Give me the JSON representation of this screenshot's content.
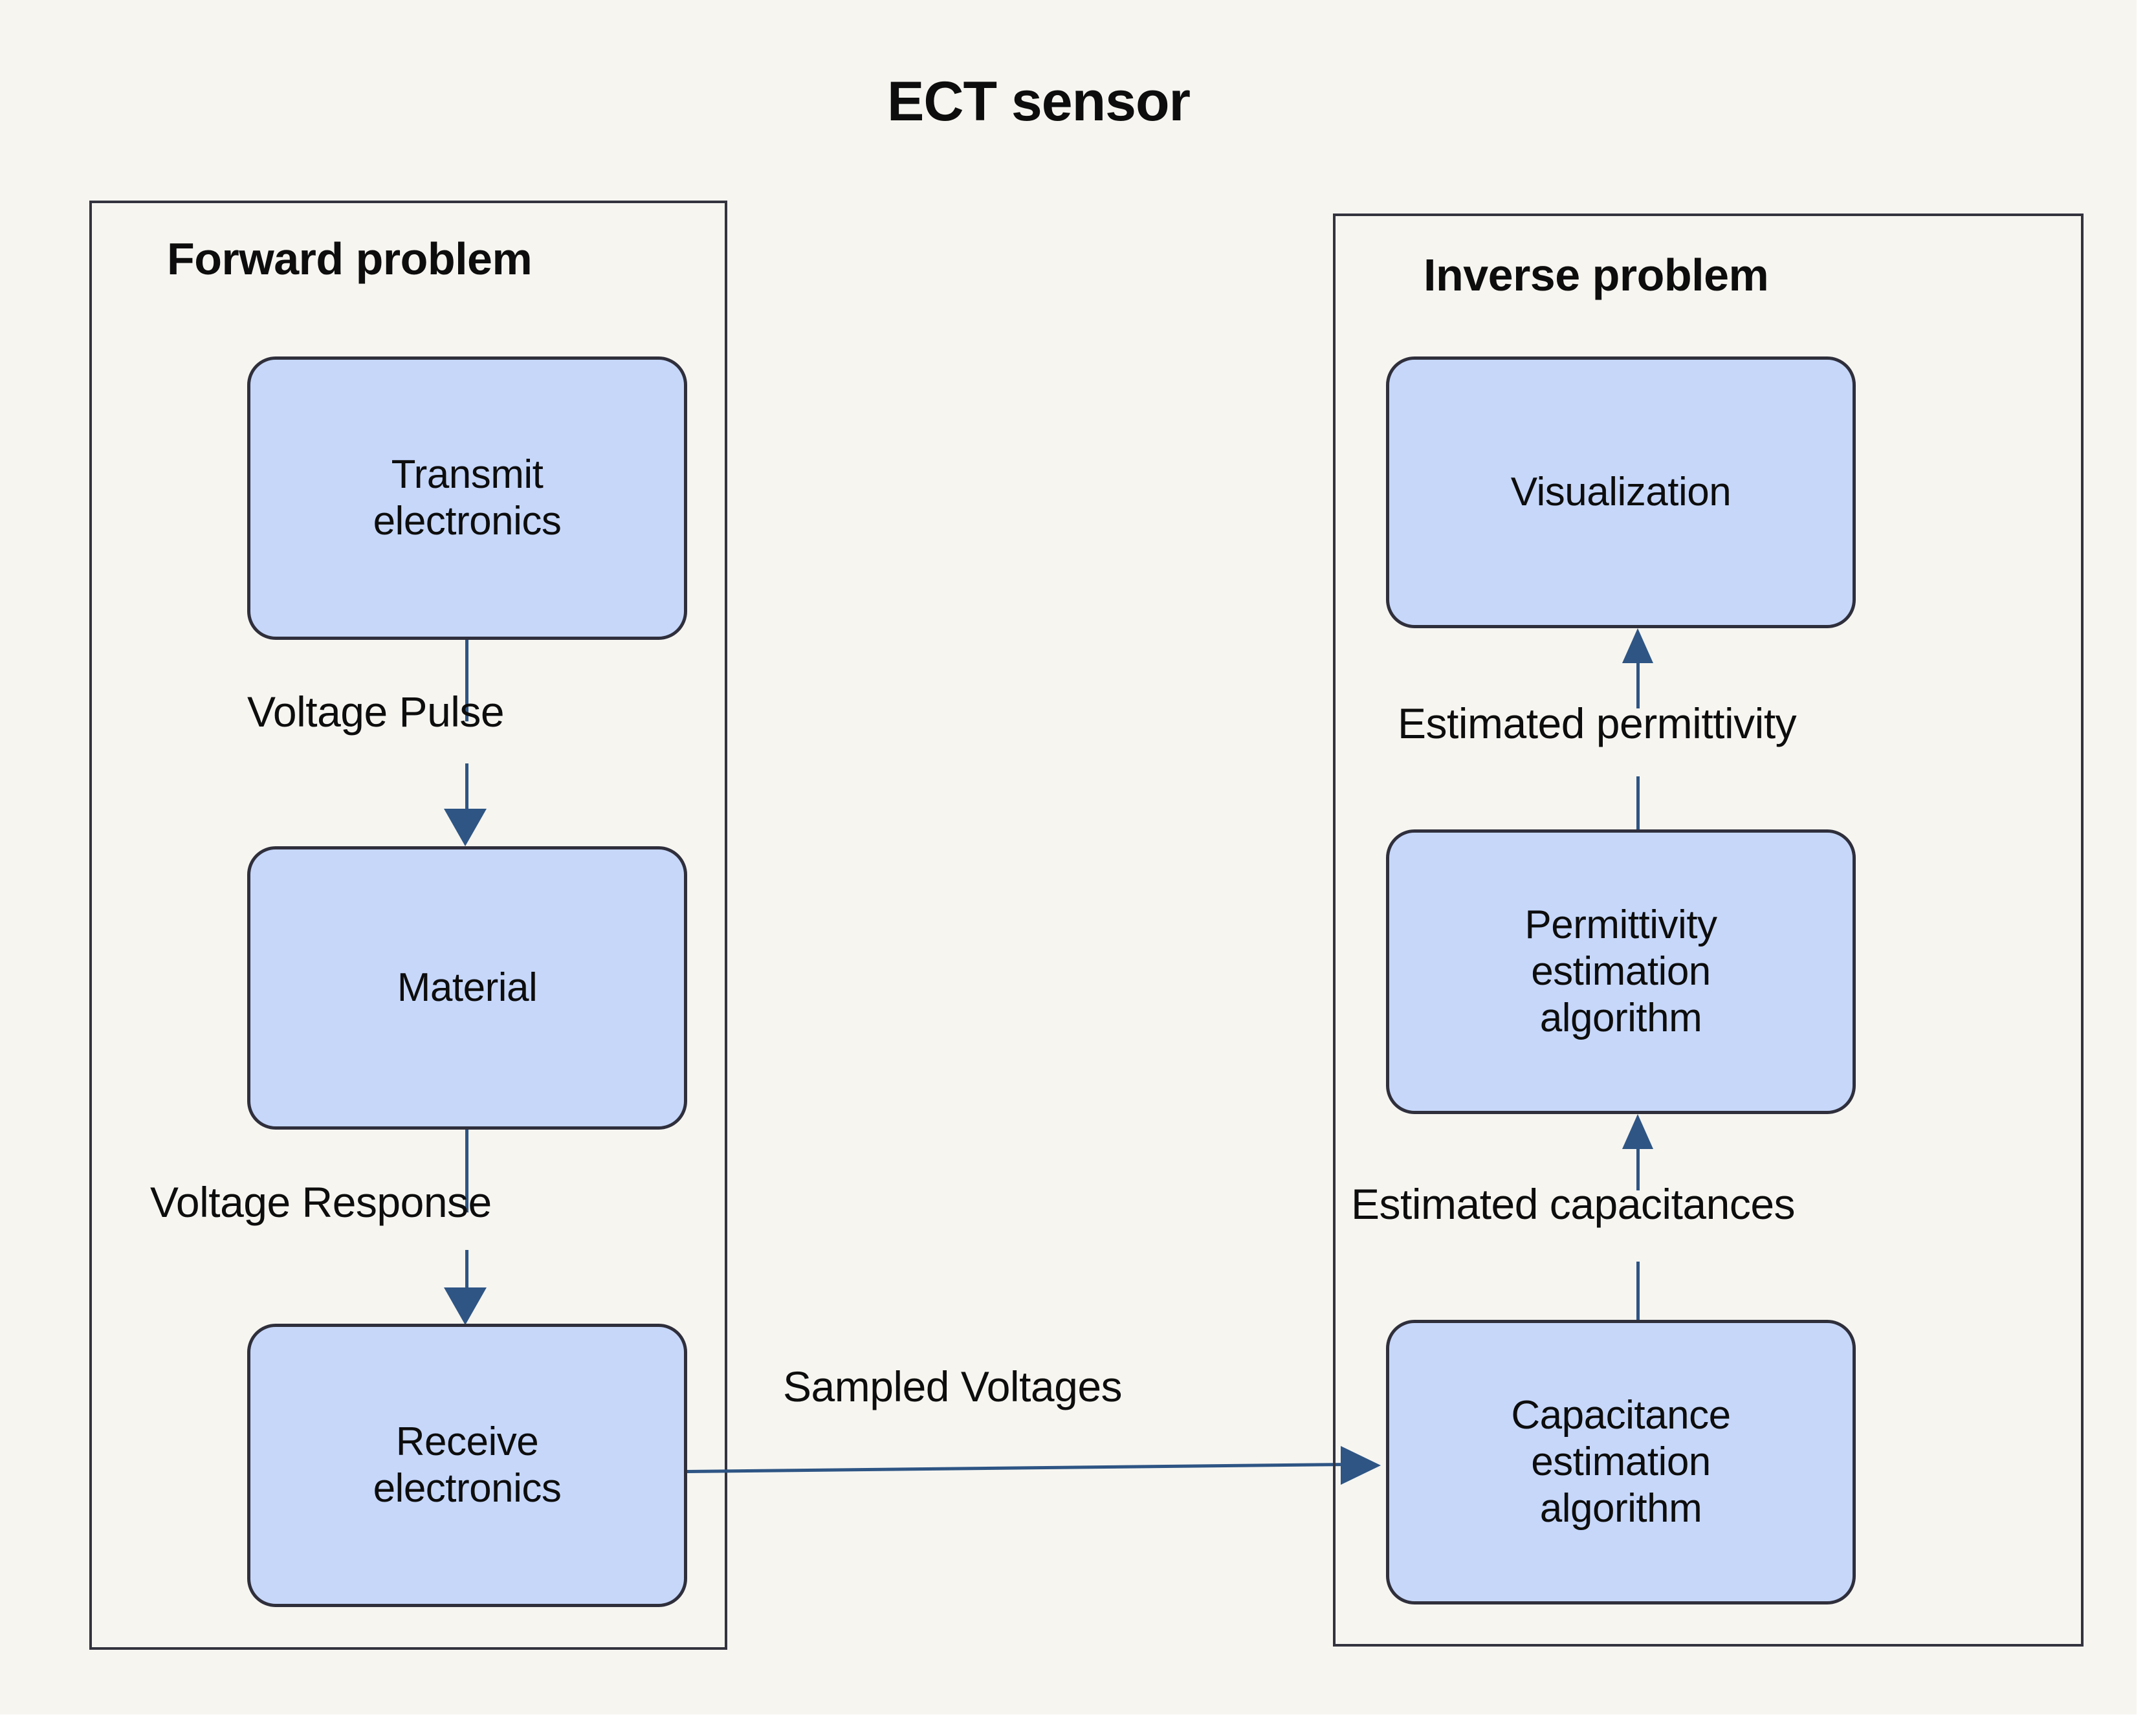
{
  "diagram": {
    "title": "ECT sensor",
    "background_color": "#F6F5F0",
    "node_fill_color": "#C6D7FA",
    "node_border_color": "#2F2F3C",
    "arrow_color": "#2E5584",
    "panels": [
      {
        "id": "forward",
        "heading": "Forward problem",
        "nodes": [
          {
            "id": "transmit",
            "label": "Transmit\nelectronics"
          },
          {
            "id": "material",
            "label": "Material"
          },
          {
            "id": "receive",
            "label": "Receive\nelectronics"
          }
        ],
        "edges": [
          {
            "from": "transmit",
            "to": "material",
            "label": "Voltage Pulse",
            "direction": "down"
          },
          {
            "from": "material",
            "to": "receive",
            "label": "Voltage Response",
            "direction": "down"
          }
        ]
      },
      {
        "id": "inverse",
        "heading": "Inverse problem",
        "nodes": [
          {
            "id": "visualization",
            "label": "Visualization"
          },
          {
            "id": "permittivity",
            "label": "Permittivity\nestimation\nalgorithm"
          },
          {
            "id": "capacitance",
            "label": "Capacitance\nestimation\nalgorithm"
          }
        ],
        "edges": [
          {
            "from": "permittivity",
            "to": "visualization",
            "label": "Estimated permittivity",
            "direction": "up"
          },
          {
            "from": "capacitance",
            "to": "permittivity",
            "label": "Estimated capacitances",
            "direction": "up"
          }
        ]
      }
    ],
    "cross_edge": {
      "from": "receive",
      "to": "capacitance",
      "label": "Sampled Voltages",
      "direction": "right"
    }
  }
}
